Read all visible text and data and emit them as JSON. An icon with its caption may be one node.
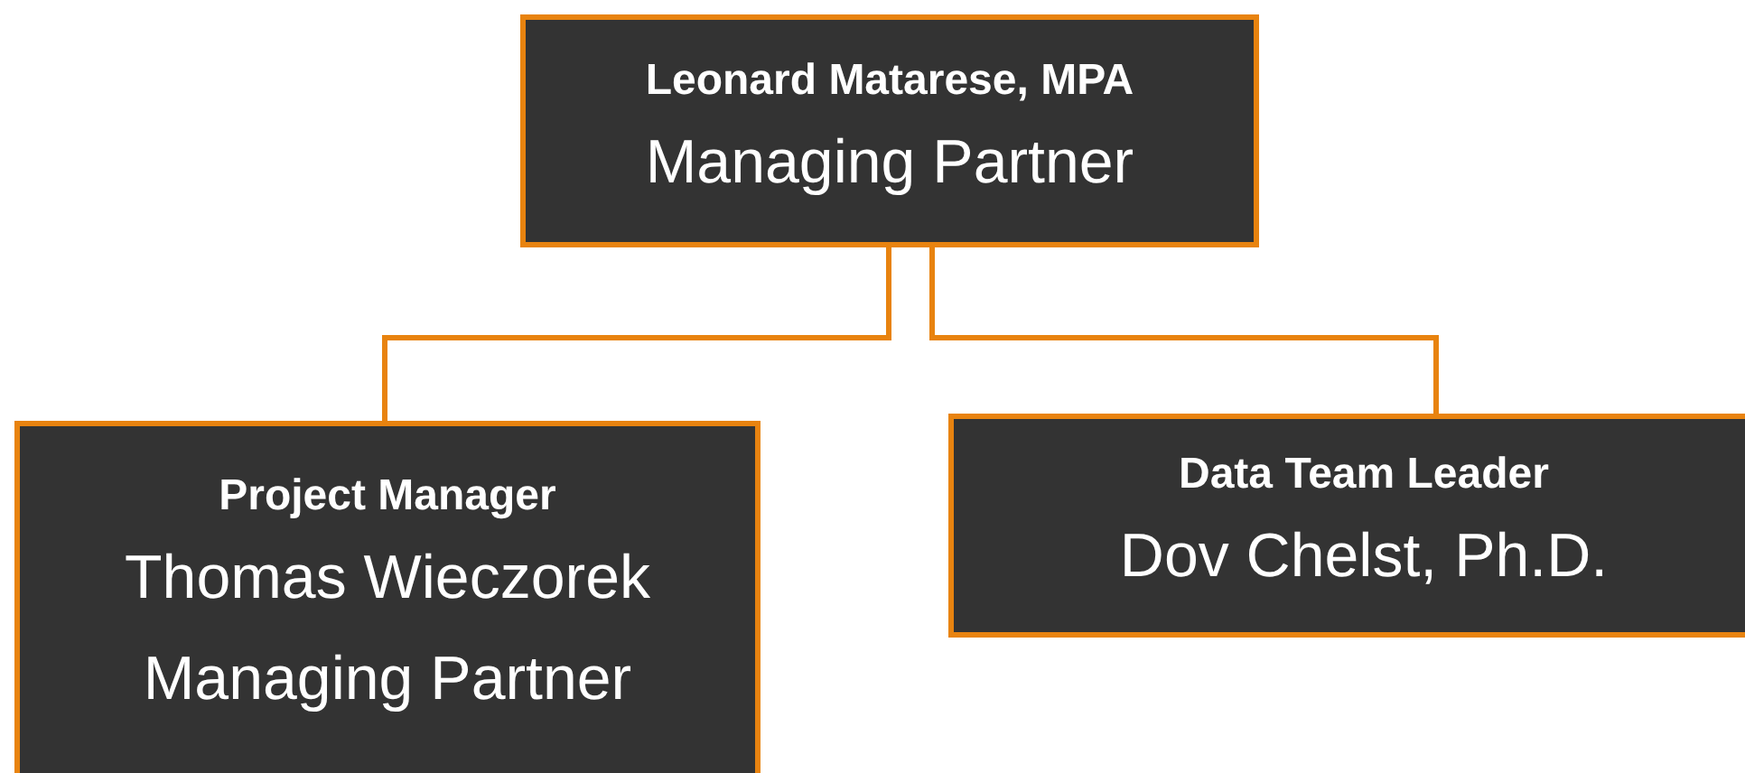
{
  "diagram": {
    "nodes": [
      {
        "text": [
          "Leonard Matarese, MPA",
          "Managing Partner"
        ]
      },
      {
        "text": [
          "Project Manager",
          "Thomas Wieczorek",
          "Managing Partner"
        ]
      },
      {
        "text": [
          "Data Team Leader",
          "Dov Chelst, Ph.D."
        ]
      }
    ],
    "edges": [
      {
        "from": 0,
        "to": 1,
        "arrow": "none"
      },
      {
        "from": 0,
        "to": 2,
        "arrow": "none"
      }
    ]
  }
}
